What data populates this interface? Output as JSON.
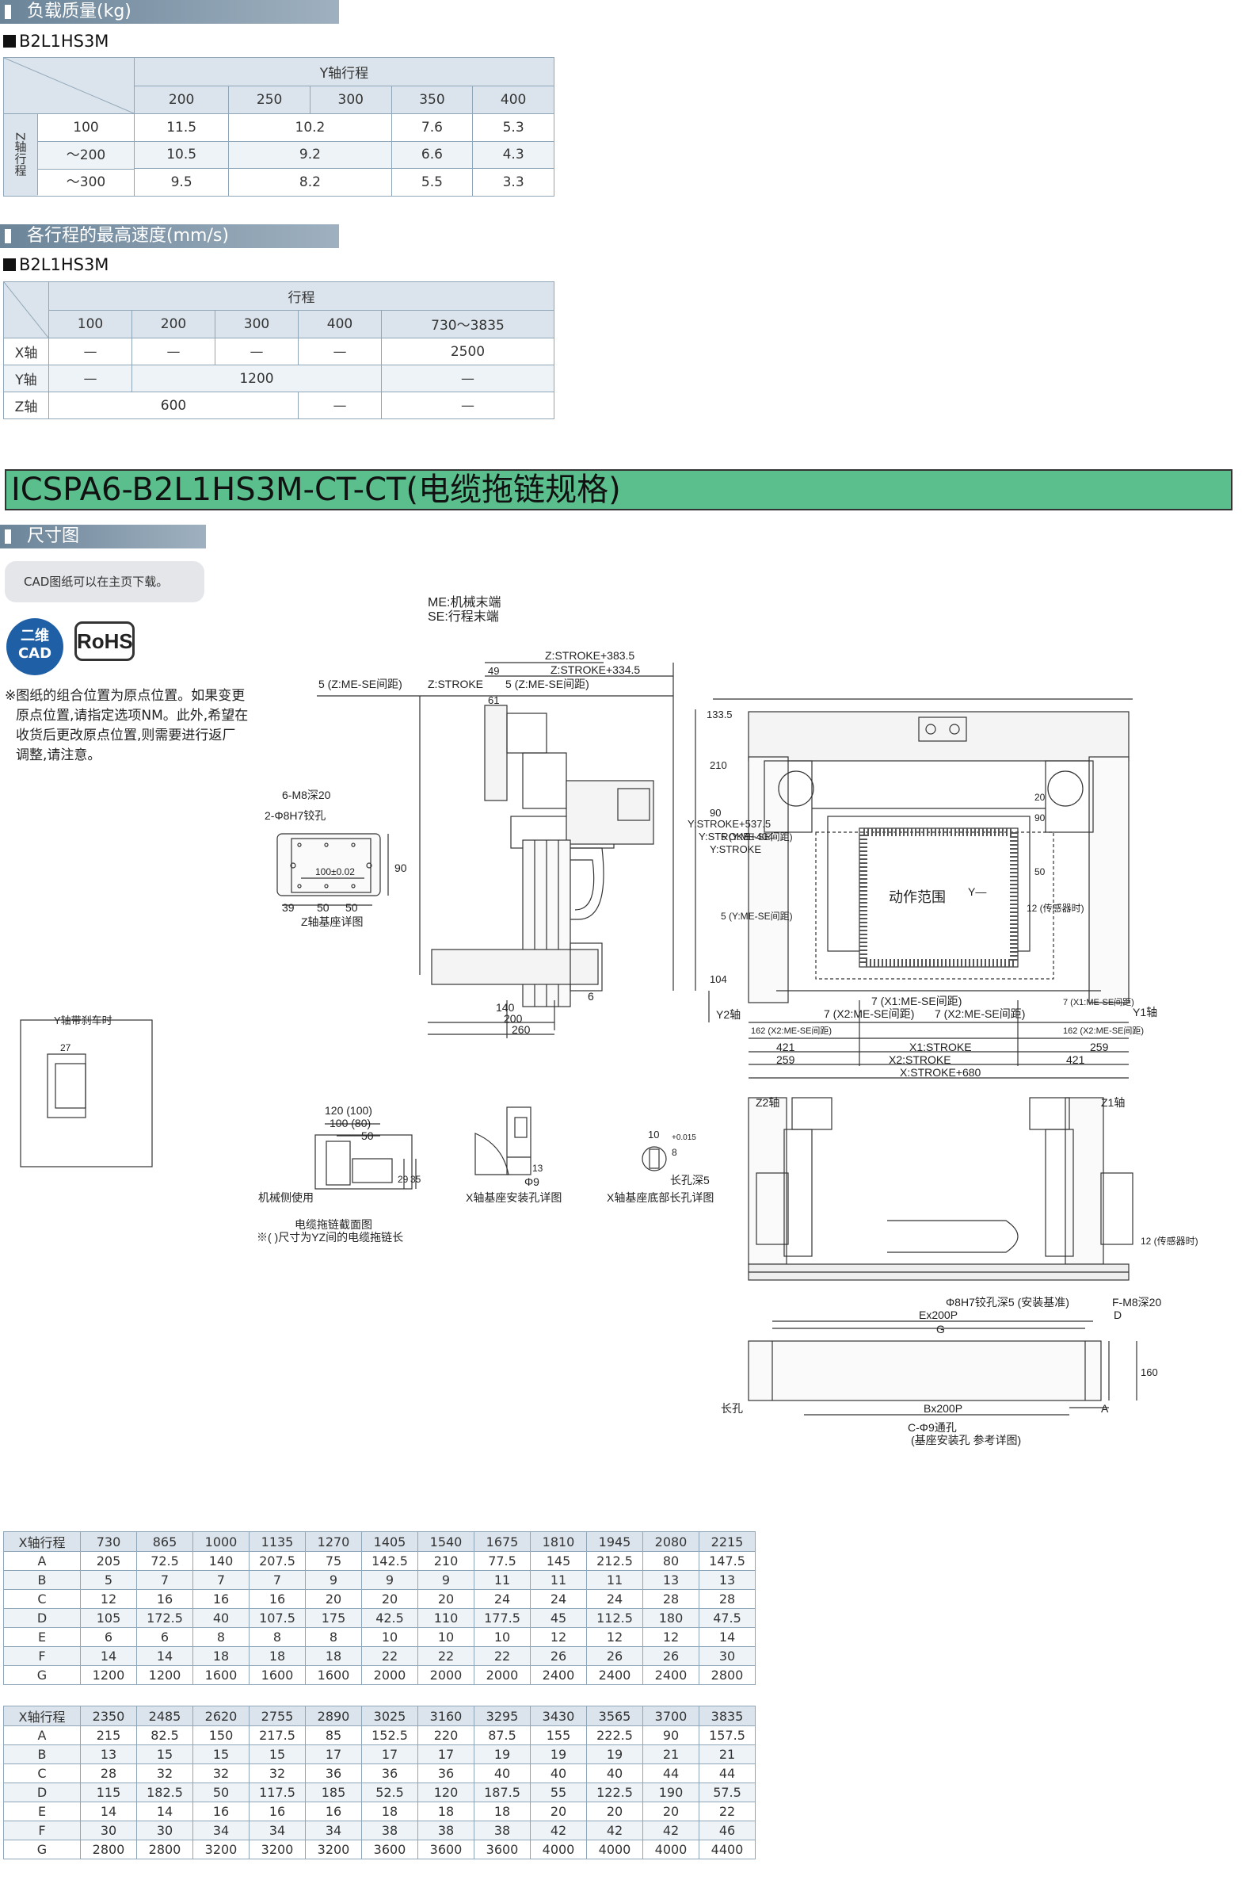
{
  "load": {
    "section": "负载质量(kg)",
    "model": "B2L1HS3M",
    "y_header": "Y轴行程",
    "z_label": "Z轴行程",
    "y_cols": [
      "200",
      "250",
      "300",
      "350",
      "400"
    ],
    "rows": [
      {
        "z": "100",
        "v": [
          "11.5",
          "10.2",
          "7.6",
          "5.3"
        ]
      },
      {
        "z": "～200",
        "v": [
          "10.5",
          "9.2",
          "6.6",
          "4.3"
        ]
      },
      {
        "z": "～300",
        "v": [
          "9.5",
          "8.2",
          "5.5",
          "3.3"
        ]
      }
    ]
  },
  "speed": {
    "section": "各行程的最高速度(mm/s)",
    "model": "B2L1HS3M",
    "header": "行程",
    "cols": [
      "100",
      "200",
      "300",
      "400",
      "730～3835"
    ],
    "x_label": "X轴",
    "y_label": "Y轴",
    "z_label": "Z轴",
    "x_vals": [
      "—",
      "—",
      "—",
      "—",
      "2500"
    ],
    "y_vals": [
      "—",
      "1200",
      "—"
    ],
    "z_vals": [
      "600",
      "—",
      "—"
    ]
  },
  "title": "ICSPA6-B2L1HS3M-CT-CT(电缆拖链规格)",
  "dim_section": "尺寸图",
  "cad_note": "CAD图纸可以在主页下载。",
  "badge_cad_top": "二维",
  "badge_cad_bottom": "CAD",
  "badge_rohs": "RoHS",
  "origin_note": [
    "※图纸的组合位置为原点位置。如果变更",
    "原点位置,请指定选项NM。此外,希望在",
    "收货后更改原点位置,则需要进行返厂",
    "调整,请注意。"
  ],
  "drawing": {
    "me": "ME:机械末端",
    "se": "SE:行程末端",
    "z_stroke_383": "Z:STROKE+383.5",
    "z_stroke_334": "Z:STROKE+334.5",
    "d49": "49",
    "me_se_left": "5 (Z:ME-SE间距)",
    "z_stroke": "Z:STROKE",
    "me_se_right": "5 (Z:ME-SE间距)",
    "d61": "61",
    "m8": "6-M8深20",
    "h7": "2-Φ8H7铰孔",
    "d90": "90",
    "tol": "100±0.02",
    "d39": "39",
    "d50a": "50",
    "d50b": "50",
    "z_base": "Z轴基座详图",
    "d140": "140",
    "d200": "200",
    "d260": "260",
    "d6": "6",
    "y_brake": "Y轴带刹车时",
    "d27": "27",
    "d133": "133.5",
    "d210": "210",
    "d90b": "90",
    "y537": "Y:STROKE+537.5",
    "y404": "Y:STROKE+404",
    "ystroke": "Y:STROKE",
    "yme1": "5 (Y:ME-SE间距)",
    "yme2": "5 (Y:ME-SE间距)",
    "d104": "104",
    "range": "动作范围",
    "yarrow": "Y—",
    "d90c": "90",
    "d20": "20",
    "d50c": "50",
    "sensor": "12 (传感器时)",
    "x1me": "7 (X1:ME-SE间距)",
    "x2me_l": "7 (X2:ME-SE间距)",
    "x2me_r": "7 (X2:ME-SE间距)",
    "x1me_r": "7 (X1:ME-SE间距)",
    "x2me_r2": "162 (X2:ME-SE间距)",
    "x2me_l2": "162 (X2:ME-SE间距)",
    "y2": "Y2轴",
    "y1": "Y1轴",
    "d421a": "421",
    "x1stroke": "X1:STROKE",
    "d259a": "259",
    "d259b": "259",
    "x2stroke": "X2:STROKE",
    "d421b": "421",
    "xstroke": "X:STROKE+680",
    "d120": "120 (100)",
    "d100": "100 (80)",
    "d50d": "50",
    "d29": "29",
    "d35": "35",
    "mech_side": "机械侧使用",
    "chain": "电缆拖链截面图",
    "chain_note": "※( )尺寸为YZ间的电缆拖链长",
    "d13": "13",
    "phi9": "Φ9",
    "x_hole": "X轴基座安装孔详图",
    "d10": "10",
    "d8": "8",
    "tol2": "+0.015",
    "slot": "长孔深5",
    "x_slot": "X轴基座底部长孔详图",
    "z2": "Z2轴",
    "z1": "Z1轴",
    "sensor2": "12 (传感器时)",
    "h7b": "Φ8H7铰孔深5 (安装基准)",
    "fm8": "F-M8深20",
    "e200p": "Ex200P",
    "g": "G",
    "d": "D",
    "d160": "160",
    "longhole": "长孔",
    "b200p": "Bx200P",
    "a": "A",
    "c9": "C-Φ9通孔",
    "c9note": "(基座安装孔 参考详图)"
  },
  "dim_table1": {
    "label": "X轴行程",
    "cols": [
      "730",
      "865",
      "1000",
      "1135",
      "1270",
      "1405",
      "1540",
      "1675",
      "1810",
      "1945",
      "2080",
      "2215"
    ],
    "rows": [
      {
        "k": "A",
        "v": [
          "205",
          "72.5",
          "140",
          "207.5",
          "75",
          "142.5",
          "210",
          "77.5",
          "145",
          "212.5",
          "80",
          "147.5"
        ]
      },
      {
        "k": "B",
        "v": [
          "5",
          "7",
          "7",
          "7",
          "9",
          "9",
          "9",
          "11",
          "11",
          "11",
          "13",
          "13"
        ]
      },
      {
        "k": "C",
        "v": [
          "12",
          "16",
          "16",
          "16",
          "20",
          "20",
          "20",
          "24",
          "24",
          "24",
          "28",
          "28"
        ]
      },
      {
        "k": "D",
        "v": [
          "105",
          "172.5",
          "40",
          "107.5",
          "175",
          "42.5",
          "110",
          "177.5",
          "45",
          "112.5",
          "180",
          "47.5"
        ]
      },
      {
        "k": "E",
        "v": [
          "6",
          "6",
          "8",
          "8",
          "8",
          "10",
          "10",
          "10",
          "12",
          "12",
          "12",
          "14"
        ]
      },
      {
        "k": "F",
        "v": [
          "14",
          "14",
          "18",
          "18",
          "18",
          "22",
          "22",
          "22",
          "26",
          "26",
          "26",
          "30"
        ]
      },
      {
        "k": "G",
        "v": [
          "1200",
          "1200",
          "1600",
          "1600",
          "1600",
          "2000",
          "2000",
          "2000",
          "2400",
          "2400",
          "2400",
          "2800"
        ]
      }
    ]
  },
  "dim_table2": {
    "label": "X轴行程",
    "cols": [
      "2350",
      "2485",
      "2620",
      "2755",
      "2890",
      "3025",
      "3160",
      "3295",
      "3430",
      "3565",
      "3700",
      "3835"
    ],
    "rows": [
      {
        "k": "A",
        "v": [
          "215",
          "82.5",
          "150",
          "217.5",
          "85",
          "152.5",
          "220",
          "87.5",
          "155",
          "222.5",
          "90",
          "157.5"
        ]
      },
      {
        "k": "B",
        "v": [
          "13",
          "15",
          "15",
          "15",
          "17",
          "17",
          "17",
          "19",
          "19",
          "19",
          "21",
          "21"
        ]
      },
      {
        "k": "C",
        "v": [
          "28",
          "32",
          "32",
          "32",
          "36",
          "36",
          "36",
          "40",
          "40",
          "40",
          "44",
          "44"
        ]
      },
      {
        "k": "D",
        "v": [
          "115",
          "182.5",
          "50",
          "117.5",
          "185",
          "52.5",
          "120",
          "187.5",
          "55",
          "122.5",
          "190",
          "57.5"
        ]
      },
      {
        "k": "E",
        "v": [
          "14",
          "14",
          "16",
          "16",
          "16",
          "18",
          "18",
          "18",
          "20",
          "20",
          "20",
          "22"
        ]
      },
      {
        "k": "F",
        "v": [
          "30",
          "30",
          "34",
          "34",
          "34",
          "38",
          "38",
          "38",
          "42",
          "42",
          "42",
          "46"
        ]
      },
      {
        "k": "G",
        "v": [
          "2800",
          "2800",
          "3200",
          "3200",
          "3200",
          "3600",
          "3600",
          "3600",
          "4000",
          "4000",
          "4000",
          "4400"
        ]
      }
    ]
  }
}
